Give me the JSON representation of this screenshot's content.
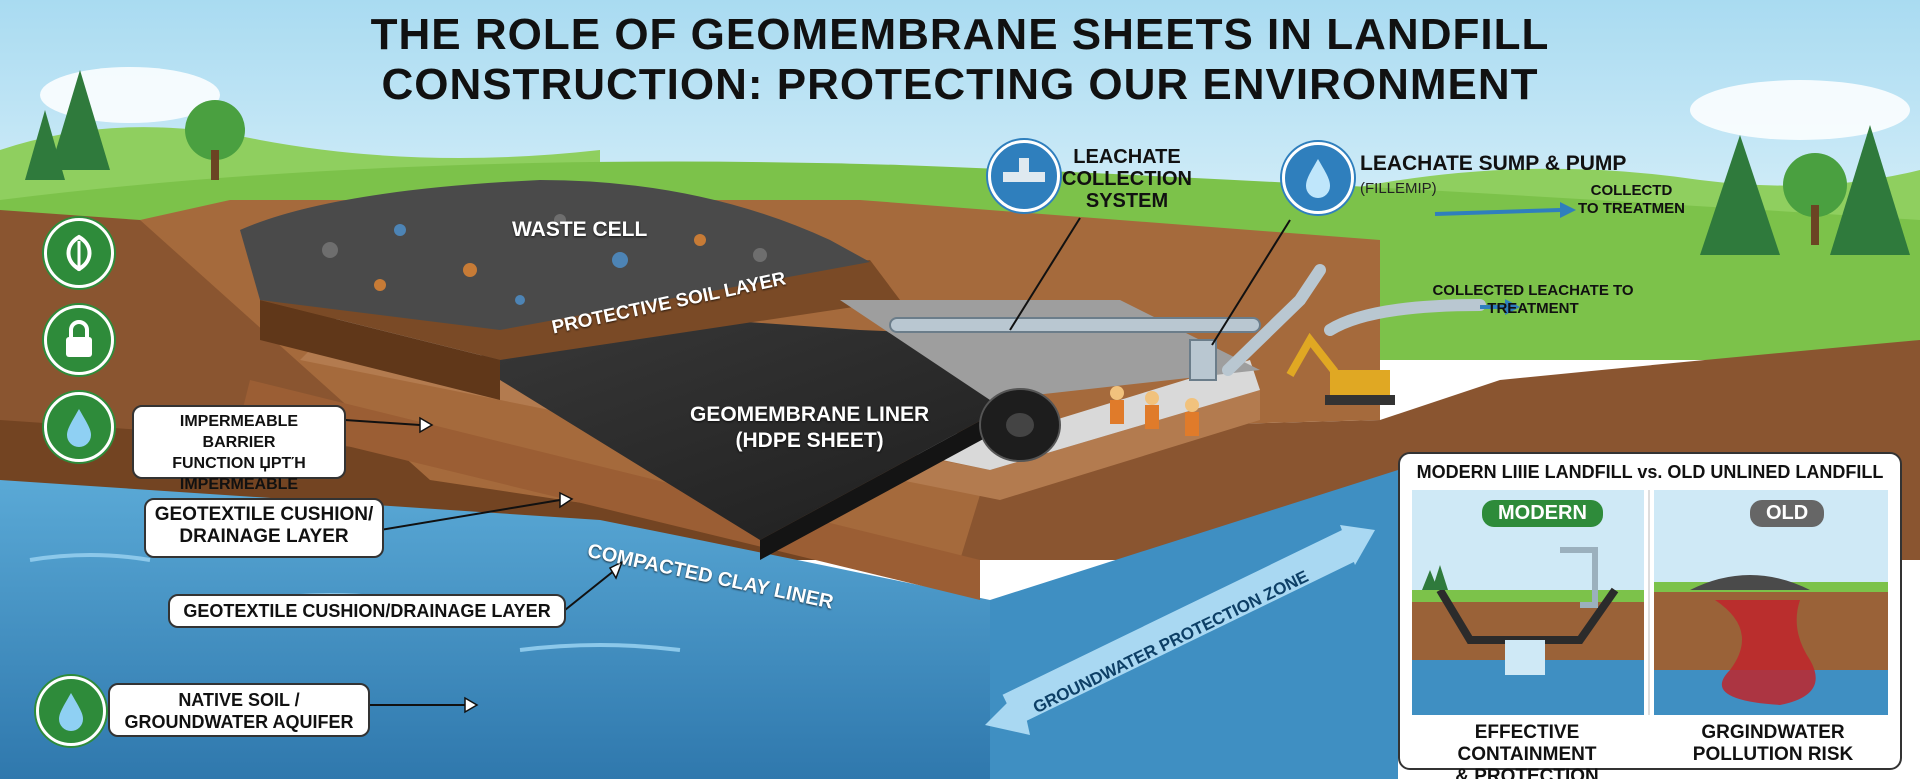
{
  "title": {
    "line1": "THE ROLE OF GEOMEMBRANE SHEETS IN LANDFILL",
    "line2": "CONSTRUCTION: PROTECTING OUR ENVIRONMENT"
  },
  "labels": {
    "waste_cell": "WASTE CELL",
    "protective_soil": "PROTECTIVE SOIL LAYER",
    "geomembrane_line1": "GEOMEMBRANE LINER",
    "geomembrane_line2": "(HDPE SHEET)",
    "clay_liner": "COMPACTED CLAY LINER",
    "groundwater_zone": "GROUNDWATER PROTECTION ZONE",
    "leachate_collection_line1": "LEACHATE",
    "leachate_collection_line2": "COLLECTION",
    "leachate_collection_line3": "SYSTEM",
    "sump_pump": "LEACHATE SUMP & PUMP",
    "sump_pump_sub": "(FILLEMIP)",
    "collected_top_line1": "COLLECTD",
    "collected_top_line2": "TO TREATMEN",
    "collected_mid_line1": "COLLECTED LEACHATE TO",
    "collected_mid_line2": "TREATMENT"
  },
  "callouts": {
    "impermeable_line1": "IMPERMEABLE BARRIER",
    "impermeable_line2": "FUNCTION ЏΡΤΉ",
    "impermeable_line3": "IMPERMEABLE BARRIER",
    "geotextile_1_line1": "GEOTEXTILE CUSHION/",
    "geotextile_1_line2": "DRAINAGE LAYER",
    "geotextile_2": "GEOTEXTILE CUSHION/DRAINAGE LAYER",
    "native_line1": "NATIVE SOIL /",
    "native_line2": "GROUNDWATER AQUIFER"
  },
  "comparison": {
    "title": "MODERN LIIIE LANDFILL vs. OLD UNLINED LANDFILL",
    "modern_badge": "MODERN",
    "old_badge": "OLD",
    "modern_caption_line1": "EFFECTIVE CONTAINMENT",
    "modern_caption_line2": "& PROTECTION",
    "old_caption_line1": "GRGINDWATER",
    "old_caption_line2": "POLLUTION RISK"
  },
  "icons": [
    "leaf-icon",
    "lock-icon",
    "water-drop-icon",
    "water-drop-icon",
    "pipe-icon",
    "water-drop-icon"
  ],
  "colors": {
    "sky": "#bfe3f3",
    "grass": "#7cc24a",
    "soil": "#8a5530",
    "water": "#3f8fc2",
    "liner": "#2b2b2b",
    "modern_green": "#2e8b3a",
    "old_gray": "#666666",
    "pollution_red": "#c0262c"
  }
}
